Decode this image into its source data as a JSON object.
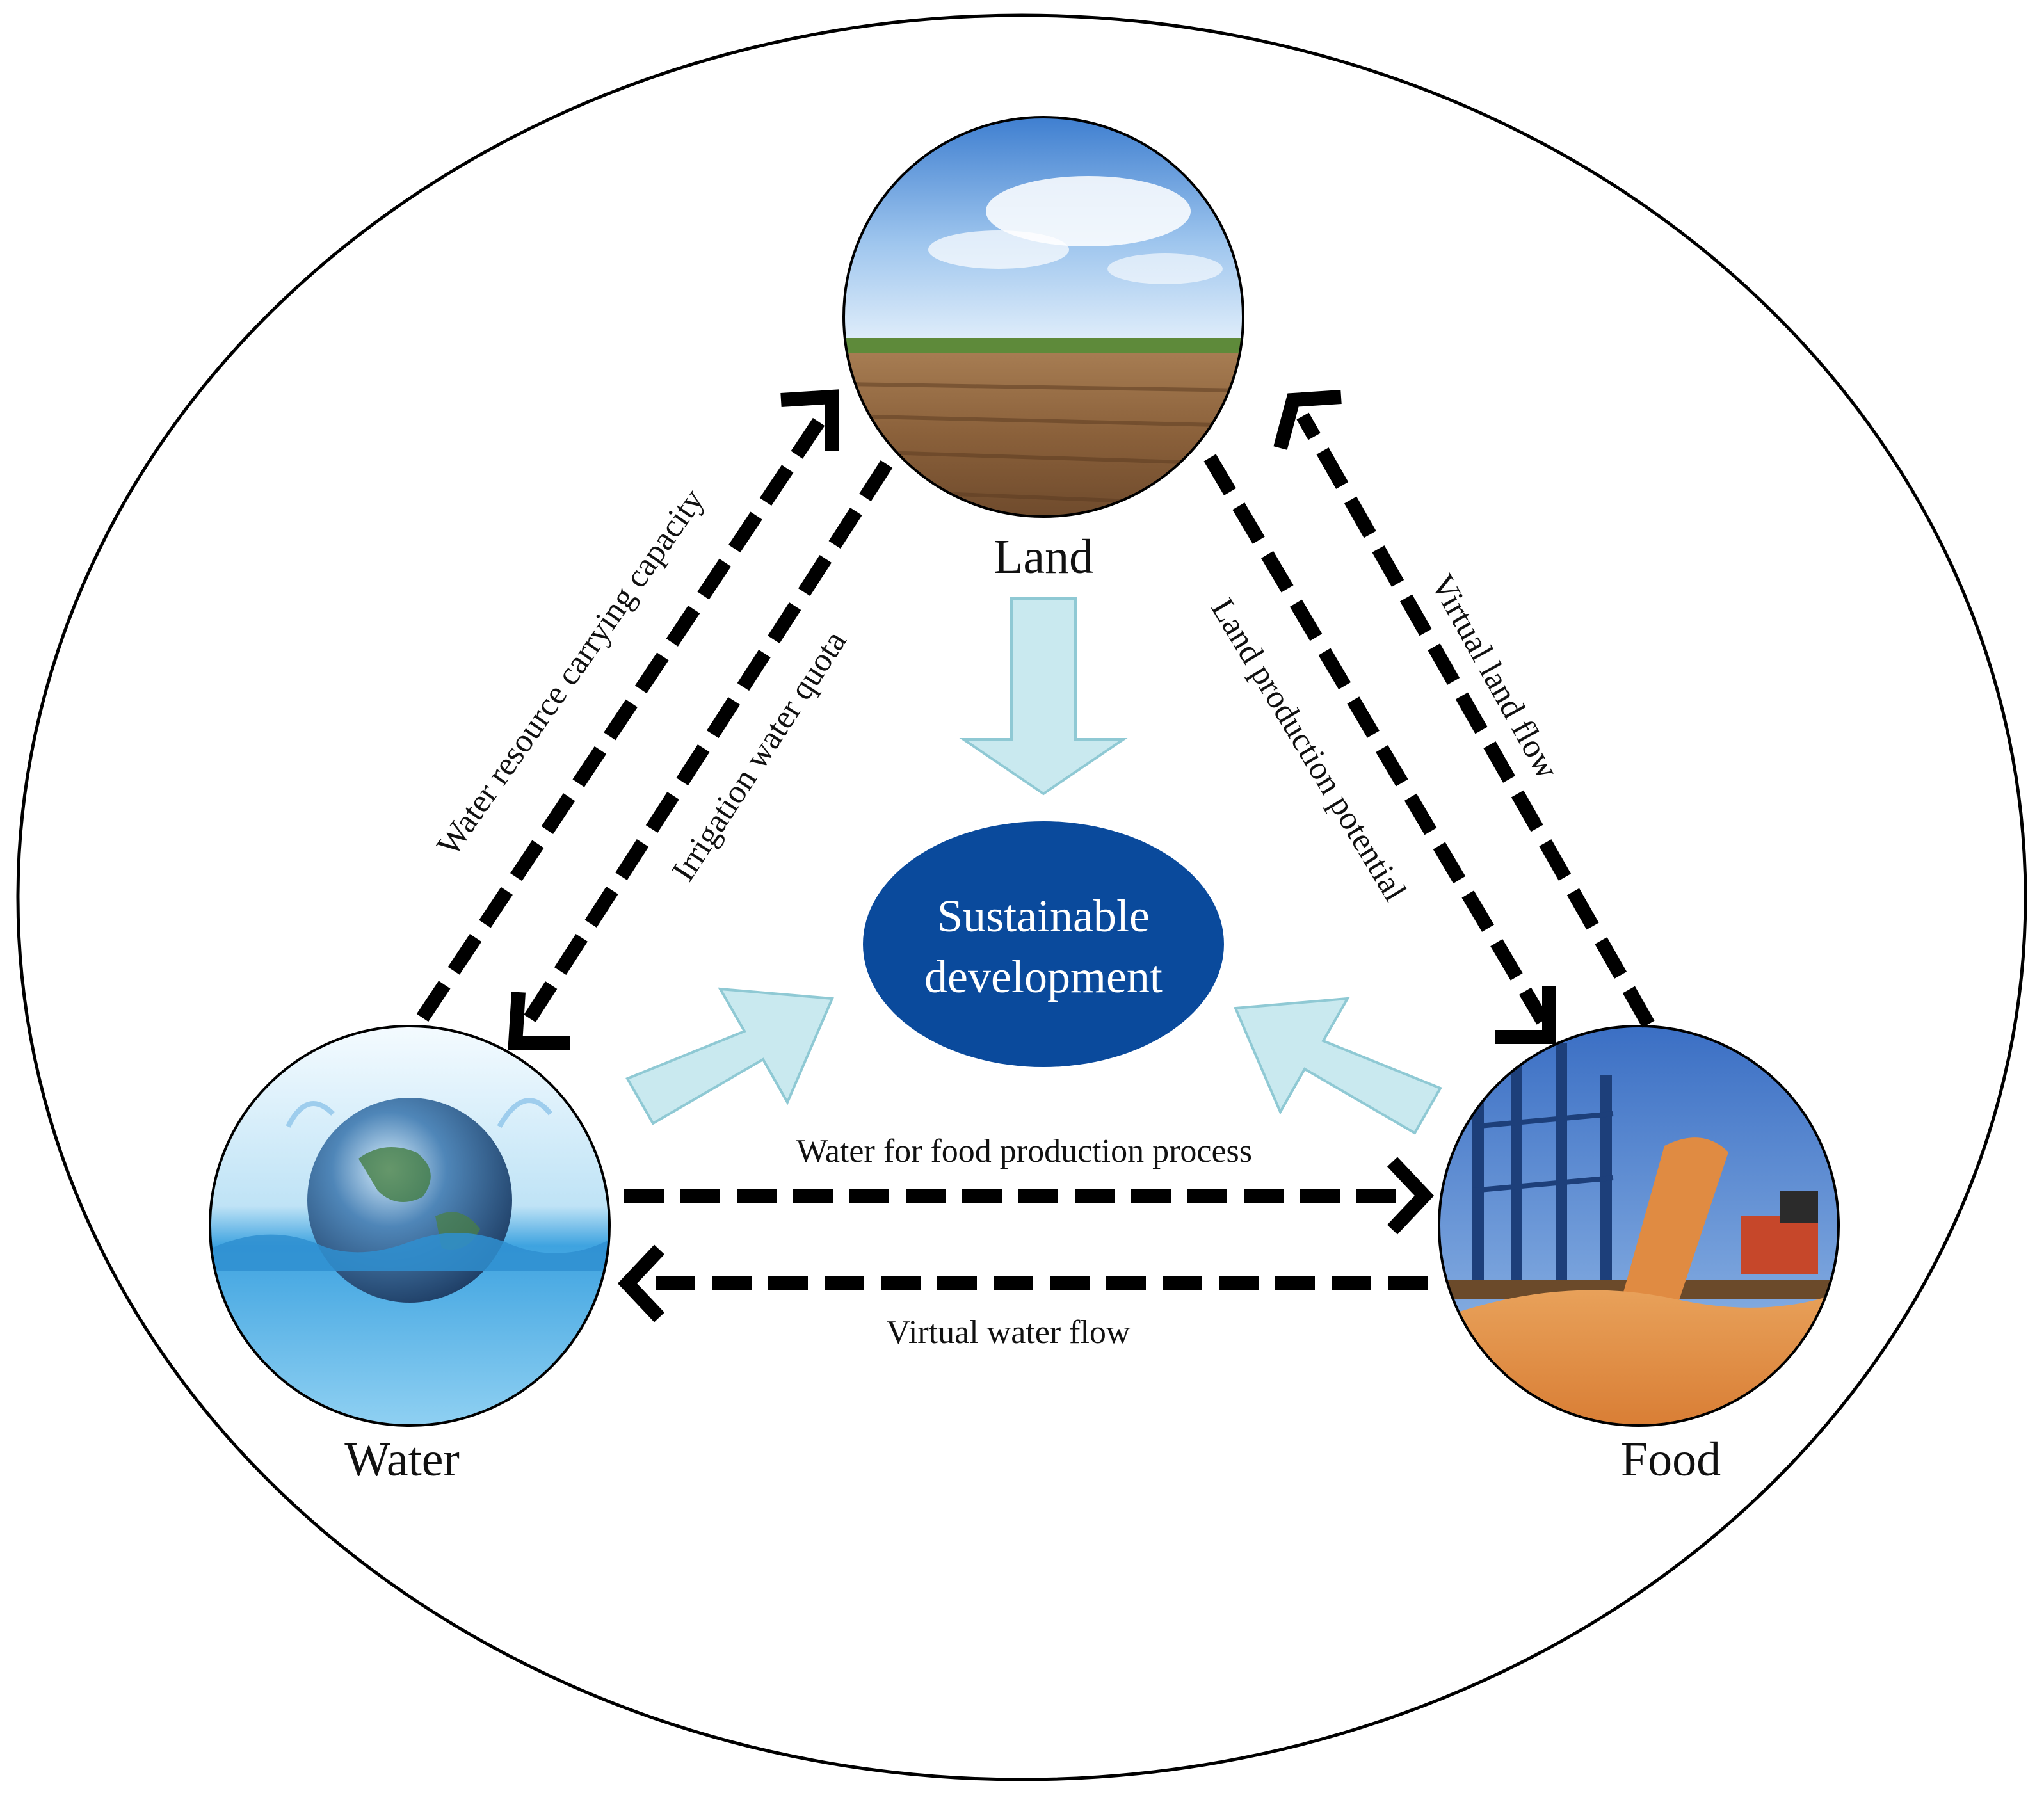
{
  "center": {
    "line1": "Sustainable",
    "line2": "development"
  },
  "nodes": {
    "land": {
      "label": "Land"
    },
    "water": {
      "label": "Water"
    },
    "food": {
      "label": "Food"
    }
  },
  "edges": {
    "water_land": "Water resource carrying capacity",
    "land_water": "Irrigation water quota",
    "land_food": "Land production potential",
    "food_land": "Virtual land flow",
    "water_food": "Water for food production process",
    "food_water": "Virtual water flow"
  },
  "colors": {
    "center_fill": "#0a4a9c",
    "block_arrow_fill": "#c9e9ef",
    "outline": "#000000"
  }
}
